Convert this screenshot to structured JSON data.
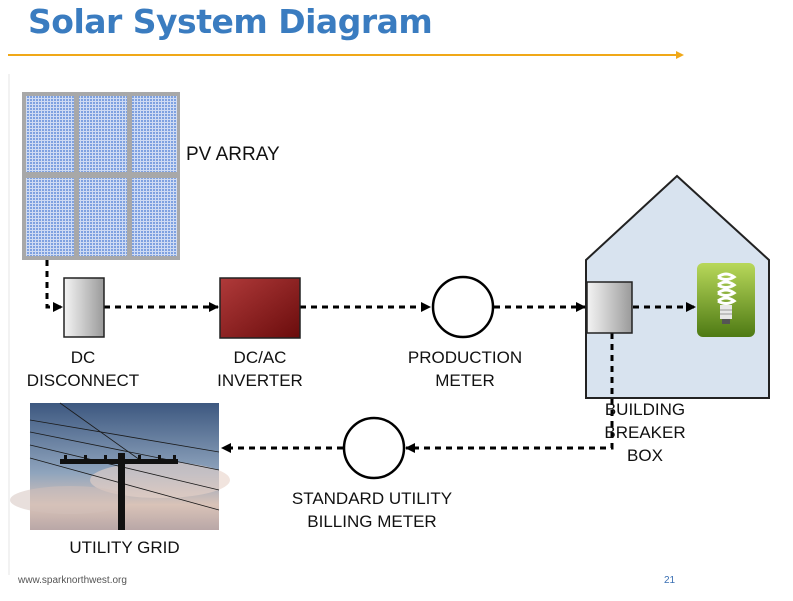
{
  "title": "Solar System Diagram",
  "components": {
    "pv_array": "PV ARRAY",
    "dc_disconnect": [
      "DC",
      "DISCONNECT"
    ],
    "inverter": [
      "DC/AC",
      "INVERTER"
    ],
    "production_meter": [
      "PRODUCTION",
      "METER"
    ],
    "breaker_box": [
      "BUILDING",
      "BREAKER",
      "BOX"
    ],
    "billing_meter": [
      "STANDARD UTILITY",
      "BILLING METER"
    ],
    "utility_grid": "UTILITY GRID"
  },
  "footer": {
    "url": "www.sparknorthwest.org",
    "page": "21"
  },
  "colors": {
    "title": "#3a7cc0",
    "accent_rule": "#f0a818",
    "inverter": "#8e1a1a",
    "house_fill": "#d8e3ef"
  }
}
